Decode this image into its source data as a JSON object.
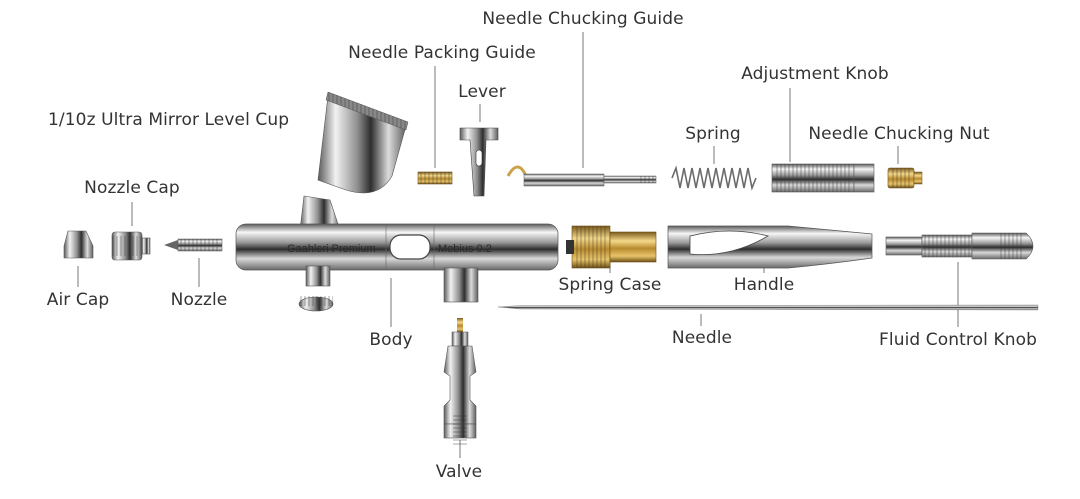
{
  "diagram": {
    "labels": {
      "needle_chucking_guide": "Needle Chucking Guide",
      "needle_packing_guide": "Needle Packing Guide",
      "adjustment_knob": "Adjustment Knob",
      "lever": "Lever",
      "cup": "1/10z Ultra Mirror Level Cup",
      "spring": "Spring",
      "needle_chucking_nut": "Needle Chucking Nut",
      "nozzle_cap": "Nozzle Cap",
      "air_cap": "Air Cap",
      "nozzle": "Nozzle",
      "spring_case": "Spring Case",
      "handle": "Handle",
      "body": "Body",
      "needle": "Needle",
      "fluid_control_knob": "Fluid Control Knob",
      "valve": "Valve"
    },
    "engraving": {
      "brand": "Gaahleri Premium",
      "model": "Mobius 0.2"
    },
    "colors": {
      "label_text": "#333333",
      "leader_line": "#777777",
      "chrome_dark": "#3a3a3a",
      "chrome_light": "#f4f4f4",
      "brass": "#c9a24a"
    }
  }
}
